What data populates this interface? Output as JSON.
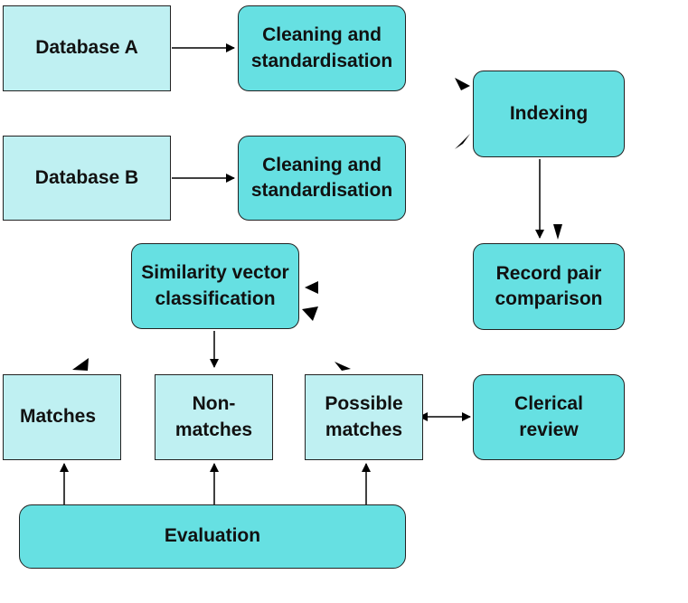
{
  "nodes": {
    "database_a": [
      "Database A"
    ],
    "database_b": [
      "Database B"
    ],
    "cleaning_a": [
      "Cleaning and",
      "standardisation"
    ],
    "cleaning_b": [
      "Cleaning and",
      "standardisation"
    ],
    "indexing": [
      "Indexing"
    ],
    "record_pair_comparison": [
      "Record pair",
      "comparison"
    ],
    "similarity_classification": [
      "Similarity vector",
      "classification"
    ],
    "matches": [
      "Matches"
    ],
    "non_matches": [
      "Non-",
      "matches"
    ],
    "possible_matches": [
      "Possible",
      "matches"
    ],
    "clerical_review": [
      "Clerical",
      "review"
    ],
    "evaluation": [
      "Evaluation"
    ]
  },
  "edges": [
    {
      "from": "database_a",
      "to": "cleaning_a"
    },
    {
      "from": "database_b",
      "to": "cleaning_b"
    },
    {
      "from": "cleaning_a",
      "to": "indexing"
    },
    {
      "from": "cleaning_b",
      "to": "indexing"
    },
    {
      "from": "indexing",
      "to": "record_pair_comparison"
    },
    {
      "from": "record_pair_comparison",
      "to": "similarity_classification"
    },
    {
      "from": "similarity_classification",
      "to": "non_matches"
    },
    {
      "from": "possible_matches",
      "to": "clerical_review",
      "bidirectional": true
    },
    {
      "from": "evaluation",
      "to": "matches"
    },
    {
      "from": "evaluation",
      "to": "non_matches"
    },
    {
      "from": "evaluation",
      "to": "possible_matches"
    }
  ],
  "colors": {
    "light_fill": "#bff0f2",
    "dark_fill": "#66e0e2",
    "stroke": "#222222"
  }
}
